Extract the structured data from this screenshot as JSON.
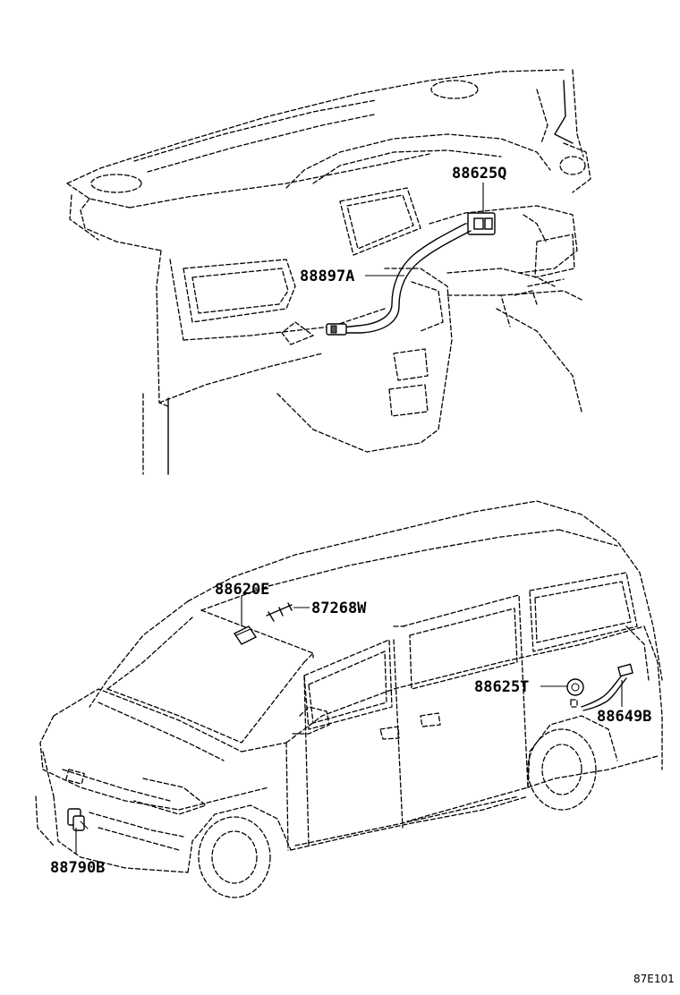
{
  "diagram": {
    "labels": {
      "part_88625Q": "88625Q",
      "part_88897A": "88897A",
      "part_88620E": "88620E",
      "part_87268W": "87268W",
      "part_88625T": "88625T",
      "part_88649B": "88649B",
      "part_88790B": "88790B"
    },
    "figure_code": "87E101"
  }
}
